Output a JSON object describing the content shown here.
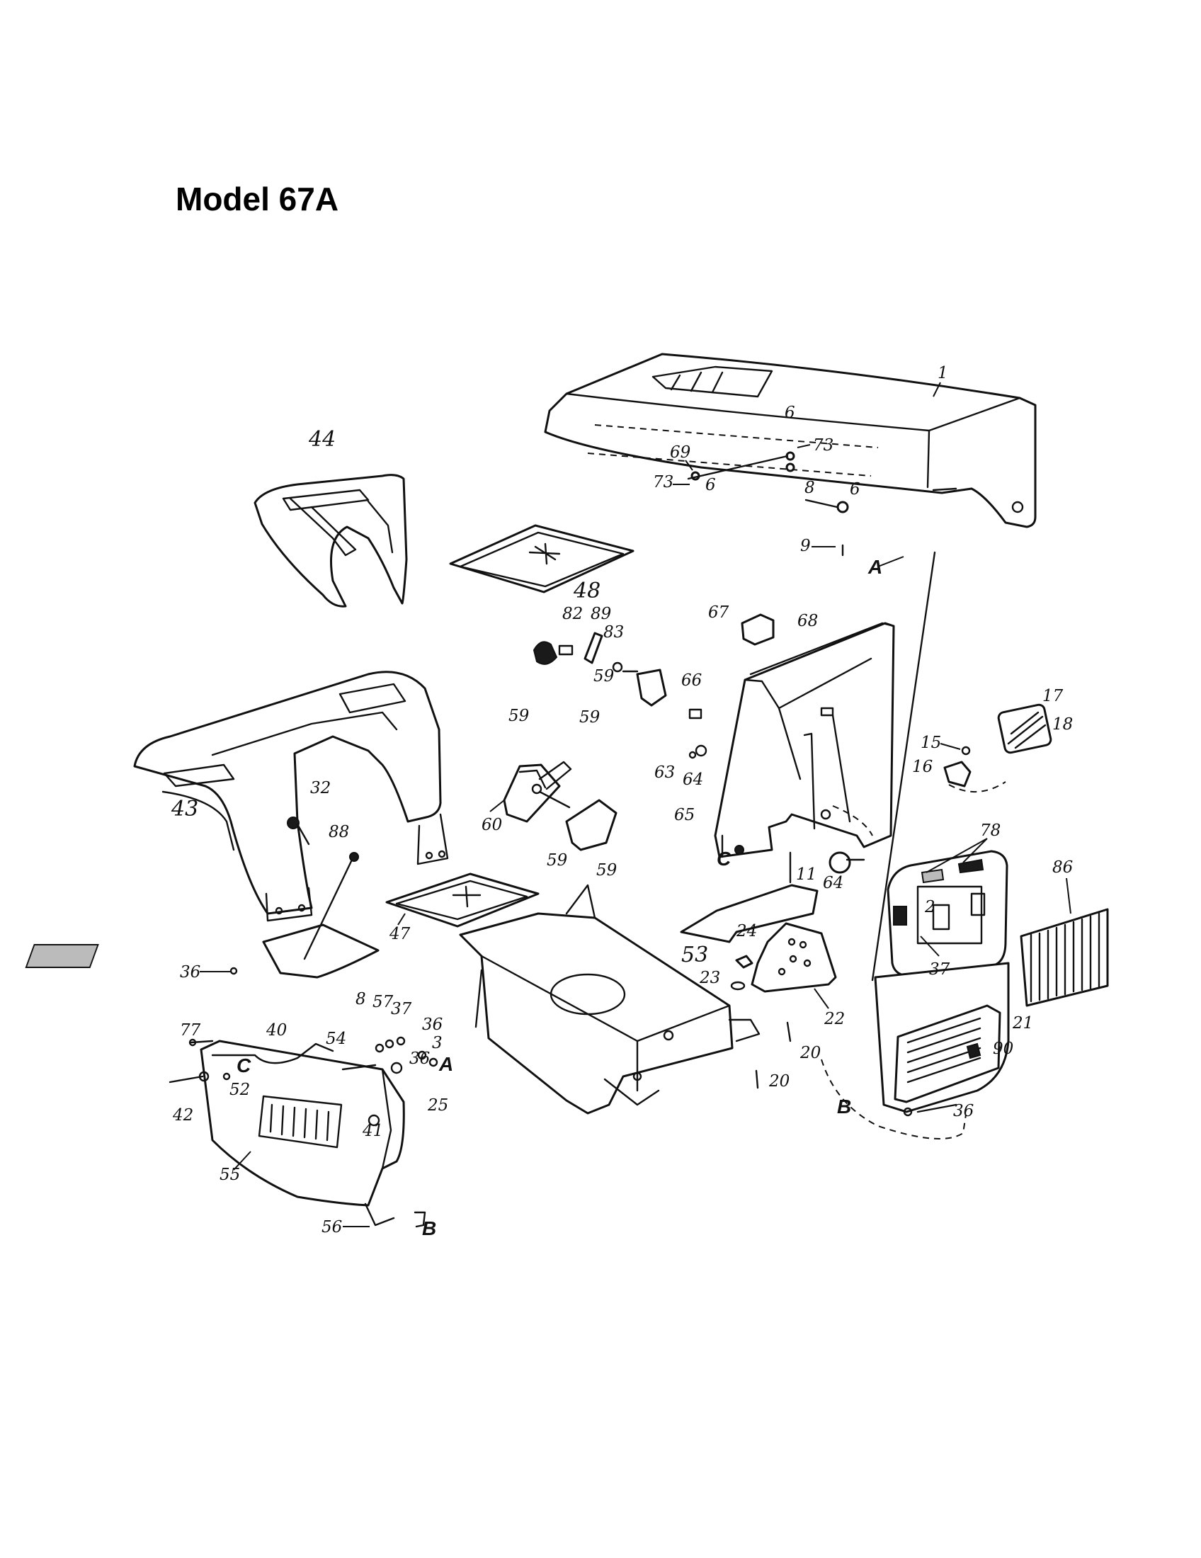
{
  "title": "Model 67A",
  "callouts": [
    {
      "id": "c1",
      "text": "1"
    },
    {
      "id": "c6a",
      "text": "6"
    },
    {
      "id": "c73a",
      "text": "73"
    },
    {
      "id": "c69",
      "text": "69"
    },
    {
      "id": "c73b",
      "text": "73"
    },
    {
      "id": "c6b",
      "text": "6"
    },
    {
      "id": "c8a",
      "text": "8"
    },
    {
      "id": "c6c",
      "text": "6"
    },
    {
      "id": "c9",
      "text": "9"
    },
    {
      "id": "c44",
      "text": "44"
    },
    {
      "id": "c48",
      "text": "48"
    },
    {
      "id": "c82",
      "text": "82"
    },
    {
      "id": "c89",
      "text": "89"
    },
    {
      "id": "c83",
      "text": "83"
    },
    {
      "id": "c68",
      "text": "68"
    },
    {
      "id": "c67",
      "text": "67"
    },
    {
      "id": "c59a",
      "text": "59"
    },
    {
      "id": "c66",
      "text": "66"
    },
    {
      "id": "c59b",
      "text": "59"
    },
    {
      "id": "c59c",
      "text": "59"
    },
    {
      "id": "c63",
      "text": "63"
    },
    {
      "id": "c64a",
      "text": "64"
    },
    {
      "id": "c65",
      "text": "65"
    },
    {
      "id": "c60",
      "text": "60"
    },
    {
      "id": "c59d",
      "text": "59"
    },
    {
      "id": "c59e",
      "text": "59"
    },
    {
      "id": "c15",
      "text": "15"
    },
    {
      "id": "c16",
      "text": "16"
    },
    {
      "id": "c17",
      "text": "17"
    },
    {
      "id": "c18",
      "text": "18"
    },
    {
      "id": "c32",
      "text": "32"
    },
    {
      "id": "c43",
      "text": "43"
    },
    {
      "id": "c88",
      "text": "88"
    },
    {
      "id": "c64b",
      "text": "64"
    },
    {
      "id": "c11",
      "text": "11"
    },
    {
      "id": "c78",
      "text": "78"
    },
    {
      "id": "c86",
      "text": "86"
    },
    {
      "id": "c47",
      "text": "47"
    },
    {
      "id": "c53",
      "text": "53"
    },
    {
      "id": "c24",
      "text": "24"
    },
    {
      "id": "c23",
      "text": "23"
    },
    {
      "id": "c2",
      "text": "2"
    },
    {
      "id": "c37a",
      "text": "37"
    },
    {
      "id": "c22",
      "text": "22"
    },
    {
      "id": "c36a",
      "text": "36"
    },
    {
      "id": "c77",
      "text": "77"
    },
    {
      "id": "c40",
      "text": "40"
    },
    {
      "id": "c8b",
      "text": "8"
    },
    {
      "id": "c57",
      "text": "57"
    },
    {
      "id": "c37b",
      "text": "37"
    },
    {
      "id": "c36b",
      "text": "36"
    },
    {
      "id": "c3",
      "text": "3"
    },
    {
      "id": "c54",
      "text": "54"
    },
    {
      "id": "c36c",
      "text": "36"
    },
    {
      "id": "c20a",
      "text": "20"
    },
    {
      "id": "c21",
      "text": "21"
    },
    {
      "id": "c42",
      "text": "42"
    },
    {
      "id": "c52",
      "text": "52"
    },
    {
      "id": "c41",
      "text": "41"
    },
    {
      "id": "c25",
      "text": "25"
    },
    {
      "id": "c20b",
      "text": "20"
    },
    {
      "id": "c90",
      "text": "90"
    },
    {
      "id": "c36d",
      "text": "36"
    },
    {
      "id": "c55",
      "text": "55"
    },
    {
      "id": "c56",
      "text": "56"
    }
  ],
  "reference_letters": [
    {
      "id": "rA1",
      "text": "A"
    },
    {
      "id": "rC1",
      "text": "C"
    },
    {
      "id": "rC2",
      "text": "C"
    },
    {
      "id": "rA2",
      "text": "A"
    },
    {
      "id": "rB1",
      "text": "B"
    },
    {
      "id": "rB2",
      "text": "B"
    }
  ]
}
